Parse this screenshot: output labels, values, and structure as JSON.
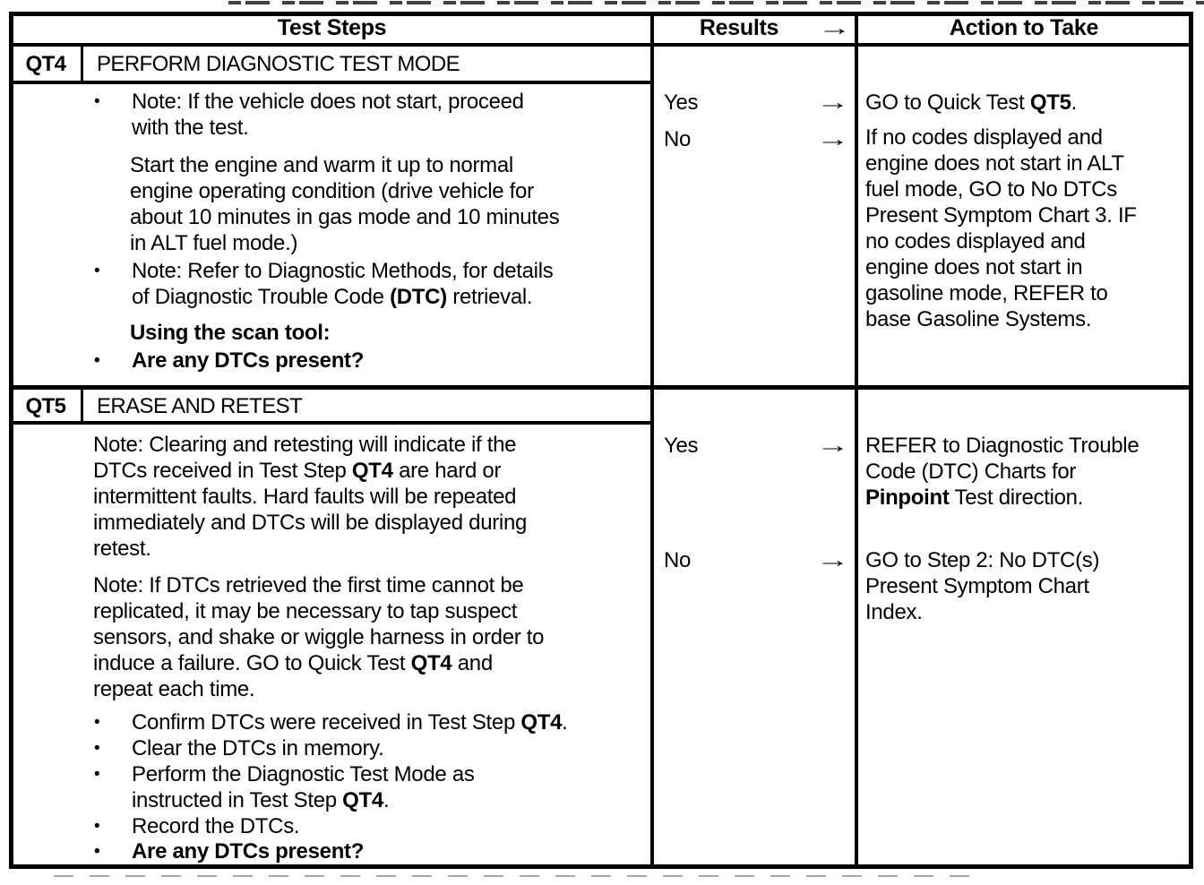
{
  "colors": {
    "ink": "#000000",
    "paper": "#ffffff"
  },
  "glyphs": {
    "bullet": "•",
    "arrow": "→"
  },
  "header": {
    "test_steps": "Test Steps",
    "results": "Results",
    "action": "Action to Take"
  },
  "qt4": {
    "id": "QT4",
    "title": "PERFORM DIAGNOSTIC TEST MODE",
    "note1": {
      "l1": "Note: If the vehicle does not start, proceed",
      "l2": "with the test."
    },
    "para1": {
      "l1": "Start the engine and warm it up to normal",
      "l2": "engine operating condition (drive vehicle for",
      "l3": "about 10 minutes in gas mode and 10 minutes",
      "l4": "in ALT fuel mode.)"
    },
    "note2": {
      "l1": "Note: Refer to Diagnostic Methods, for details",
      "l2": [
        {
          "t": "of Diagnostic Trouble Code "
        },
        {
          "t": "(DTC)",
          "b": true
        },
        {
          "t": " retrieval."
        }
      ]
    },
    "scan_tool": "Using the scan tool:",
    "question": "Are any DTCs present?",
    "results": {
      "yes": "Yes",
      "no": "No"
    },
    "action_yes": [
      {
        "t": "GO to Quick Test  "
      },
      {
        "t": "QT5",
        "b": true
      },
      {
        "t": "."
      }
    ],
    "action_no": {
      "l1": "If no codes displayed and",
      "l2": "engine does not start in ALT",
      "l3": "fuel mode, GO to No DTCs",
      "l4": "Present Symptom Chart 3. IF",
      "l5": "no codes displayed and",
      "l6": "engine does not start in",
      "l7": "gasoline mode, REFER to",
      "l8": "base Gasoline Systems."
    }
  },
  "qt5": {
    "id": "QT5",
    "title": "ERASE AND RETEST",
    "para1": {
      "l1": "Note: Clearing and retesting will indicate if the",
      "l2": [
        {
          "t": "DTCs received in Test Step "
        },
        {
          "t": "QT4",
          "b": true
        },
        {
          "t": " are hard or"
        }
      ],
      "l3": "intermittent faults. Hard faults will be repeated",
      "l4": "immediately and DTCs will be displayed during",
      "l5": "retest."
    },
    "para2": {
      "l1": "Note: If DTCs retrieved the first time cannot be",
      "l2": "replicated, it may be necessary to tap suspect",
      "l3": "sensors, and shake or wiggle harness in order to",
      "l4": [
        {
          "t": "induce a failure. GO to Quick Test  "
        },
        {
          "t": "QT4",
          "b": true
        },
        {
          "t": " and"
        }
      ],
      "l5": "repeat each time."
    },
    "bullets": {
      "b1": [
        {
          "t": "Confirm DTCs were received in Test Step "
        },
        {
          "t": "QT4",
          "b": true
        },
        {
          "t": "."
        }
      ],
      "b2": "Clear the DTCs in memory.",
      "b3l1": "Perform the Diagnostic Test Mode as",
      "b3l2": [
        {
          "t": "instructed in Test Step "
        },
        {
          "t": "QT4",
          "b": true
        },
        {
          "t": "."
        }
      ],
      "b4": "Record the DTCs.",
      "b5": "Are any DTCs present?"
    },
    "results": {
      "yes": "Yes",
      "no": "No"
    },
    "action_yes": {
      "l1": "REFER to Diagnostic Trouble",
      "l2": "Code (DTC) Charts for",
      "l3": [
        {
          "t": "Pinpoint",
          "b": true
        },
        {
          "t": " Test direction."
        }
      ]
    },
    "action_no": {
      "l1": "GO to Step 2: No DTC(s)",
      "l2": "Present Symptom Chart",
      "l3": "Index."
    }
  }
}
